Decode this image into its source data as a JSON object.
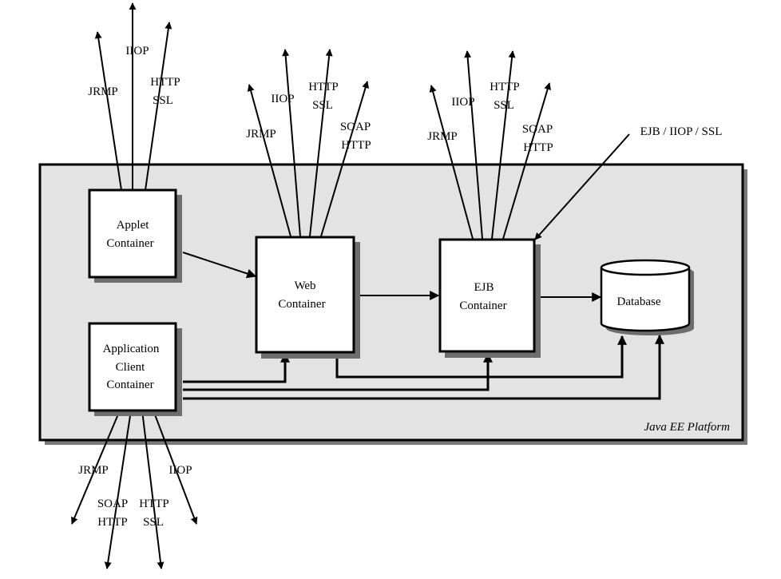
{
  "diagram": {
    "platform_label": "Java EE Platform",
    "containers": {
      "applet": [
        "Applet",
        "Container"
      ],
      "web": [
        "Web",
        "Container"
      ],
      "ejb": [
        "EJB",
        "Container"
      ],
      "app_client": [
        "Application",
        "Client",
        "Container"
      ],
      "database": "Database"
    },
    "protocols": {
      "applet_jrmp": "JRMP",
      "applet_iiop": "IIOP",
      "applet_http_ssl": [
        "HTTP",
        "SSL"
      ],
      "web_jrmp": "JRMP",
      "web_iiop": "IIOP",
      "web_http_ssl": [
        "HTTP",
        "SSL"
      ],
      "web_soap_http": [
        "SOAP",
        "HTTP"
      ],
      "ejb_jrmp": "JRMP",
      "ejb_iiop": "IIOP",
      "ejb_http_ssl": [
        "HTTP",
        "SSL"
      ],
      "ejb_soap_http": [
        "SOAP",
        "HTTP"
      ],
      "ejb_incoming": "EJB / IIOP / SSL",
      "client_jrmp": "JRMP",
      "client_soap_http": [
        "SOAP",
        "HTTP"
      ],
      "client_http_ssl": [
        "HTTP",
        "SSL"
      ],
      "client_iiop": "IIOP"
    }
  }
}
